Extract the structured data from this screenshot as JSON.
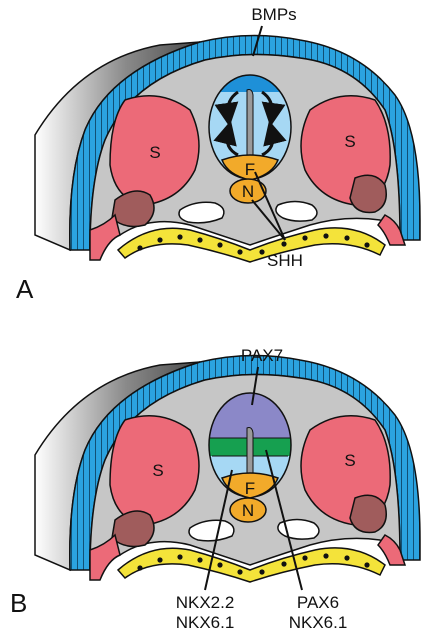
{
  "panels": [
    {
      "letter": "A",
      "labels": {
        "top": "BMPs",
        "bottom": "SHH",
        "somite": "S",
        "floor": "F",
        "notochord": "N"
      },
      "colors": {
        "dorsal": "#1e90d8",
        "tube": "#a6d8f4",
        "floor": "#f2aa2a"
      }
    },
    {
      "letter": "B",
      "labels": {
        "top": "PAX7",
        "somite": "S",
        "floor": "F",
        "notochord": "N",
        "left_line1": "NKX2.2",
        "left_line2": "NKX6.1",
        "right_line1": "PAX6",
        "right_line2": "NKX6.1"
      },
      "colors": {
        "dorsal": "#8b88c8",
        "middle": "#16a050",
        "ventral": "#a6d8f4",
        "floor": "#f2aa2a"
      }
    }
  ],
  "colors": {
    "ectoderm": "#2ba3e0",
    "tissue": "#c6c6c6",
    "somite": "#ec6a78",
    "dark": "#a05c5c",
    "endoderm": "#f4e33a",
    "outline": "#111111"
  }
}
